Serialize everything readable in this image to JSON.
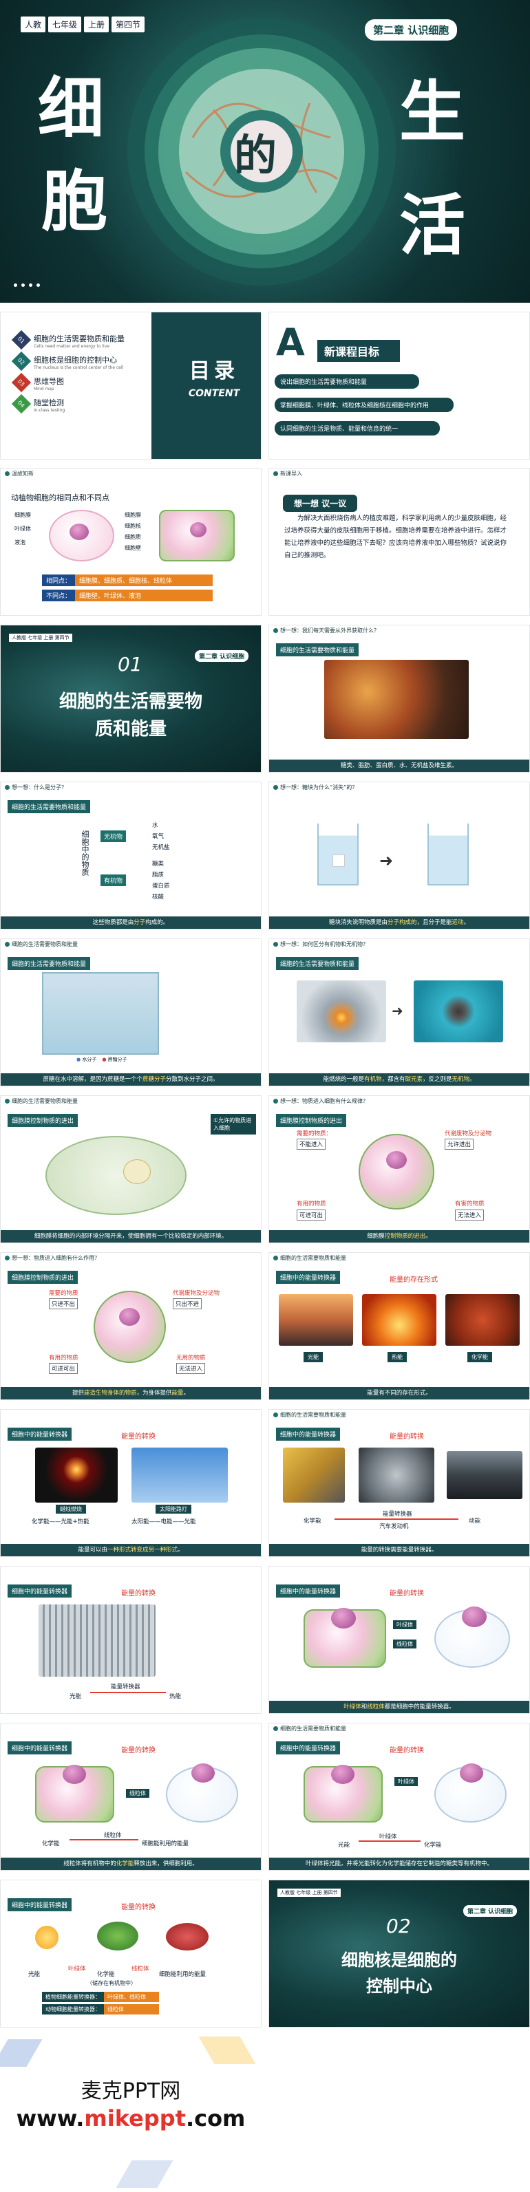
{
  "cover": {
    "tags": [
      "人教",
      "七年级",
      "上册",
      "第四节"
    ],
    "chapter_badge": "第二章 认识细胞",
    "title_chars": [
      "细",
      "胞",
      "的",
      "生",
      "活"
    ]
  },
  "toc": {
    "items": [
      {
        "num": "01",
        "label": "细胞的生活需要物质和能量",
        "sub": "Cells need matter and energy to live"
      },
      {
        "num": "02",
        "label": "细胞核是细胞的控制中心",
        "sub": "The nucleus is the control center of the cell"
      },
      {
        "num": "03",
        "label": "思维导图",
        "sub": "Mind map"
      },
      {
        "num": "04",
        "label": "随堂检测",
        "sub": "In-class testing"
      }
    ],
    "heading": "目录",
    "heading_en": "CONTENT"
  },
  "goals": {
    "title": "新课程目标",
    "items": [
      "说出细胞的生活需要物质和能量",
      "掌握细胞膜、叶绿体、线粒体及细胞核在细胞中的作用",
      "认同细胞的生活是物质、能量和信息的统一"
    ]
  },
  "review": {
    "header": "温故知新",
    "question": "动植物细胞的相同点和不同点",
    "left_labels": [
      "细胞膜",
      "叶绿体",
      "液泡"
    ],
    "right_labels": [
      "细胞膜",
      "细胞核",
      "细胞质",
      "细胞壁"
    ],
    "same_label": "相同点：",
    "same": "细胞膜、细胞质、细胞核、线粒体",
    "diff_label": "不同点：",
    "diff": "细胞壁、叶绿体、液泡"
  },
  "think": {
    "header": "新课导入",
    "title": "想一想 议一议",
    "text": "为解决大面积烧伤病人的植皮难题，科学家利用病人的少量皮肤细胞，经过培养获得大量的皮肤细胞用于移植。细胞培养需要在培养液中进行。怎样才能让培养液中的这些细胞活下去呢？应该向培养液中加入哪些物质？试说说你自己的推测吧。"
  },
  "sec1": {
    "tags": "人教版 七年级 上册 第四节",
    "badge": "第二章 认识细胞",
    "num": "01",
    "title1": "细胞的生活需要物",
    "title2": "质和能量"
  },
  "s_food": {
    "header": "想一想：我们每天需要从外界获取什么？",
    "box": "细胞的生活需要物质和能量",
    "caption": "糖类、脂肪、蛋白质、水、无机盐及维生素。"
  },
  "s_matter": {
    "header": "想一想：什么是分子？",
    "box": "细胞的生活需要物质和能量",
    "root": "细胞中的物质",
    "inorganic": "无机物",
    "organic": "有机物",
    "inorg_items": [
      "水",
      "氧气",
      "无机盐"
    ],
    "org_items": [
      "糖类",
      "脂质",
      "蛋白质",
      "核酸"
    ],
    "caption_pre": "这些物质都是由",
    "caption_hl": "分子",
    "caption_post": "构成的。"
  },
  "s_sugar": {
    "header": "想一想：糖块为什么“消失”的？",
    "caption_pre": "糖块消失说明物质是由",
    "caption_hl": "分子构成的",
    "caption_mid": "，且分子是能",
    "caption_hl2": "运动",
    "caption_post": "。"
  },
  "s_particle": {
    "header": "细胞的生活需要物质和能量",
    "box": "细胞的生活需要物质和能量",
    "legend": [
      "水分子",
      "蔗糖分子"
    ],
    "caption_pre": "蔗糖在水中溶解，是因为蔗糖是一个个",
    "caption_hl": "蔗糖分子",
    "caption_post": "分散到水分子之间。"
  },
  "s_burn": {
    "header": "想一想：如何区分有机物和无机物？",
    "box": "细胞的生活需要物质和能量",
    "caption_pre": "能燃烧的一般是",
    "caption_hl": "有机物",
    "caption_mid": "，都含有",
    "caption_hl2": "碳元素",
    "caption_mid2": "，反之则是",
    "caption_hl3": "无机物",
    "caption_post": "。"
  },
  "s_membrane": {
    "header": "细胞的生活需要物质和能量",
    "box": "细胞膜控制物质的进出",
    "side_note": "①允许的物质进入细胞",
    "caption": "细胞膜将细胞的内部环境分隔开来，使细胞拥有一个比较稳定的内部环境。"
  },
  "s_membrane2": {
    "header": "想一想：物质进入细胞有什么规律？",
    "box": "细胞膜控制物质的进出",
    "labels": [
      "需要的物质：",
      "代谢废物及分泌物",
      "有用的物质",
      "有害的物质"
    ],
    "tags": [
      "不能进入",
      "允许进出",
      "可进可出",
      "无法进入"
    ],
    "caption_pre": "细胞膜",
    "caption_hl": "控制物质的进出",
    "caption_post": "。"
  },
  "s_membrane3": {
    "header": "想一想：物质进入细胞有什么作用？",
    "box": "细胞膜控制物质的进出",
    "labels": [
      "需要的物质",
      "代谢废物及分泌物",
      "有用的物质",
      "无用的物质"
    ],
    "tags": [
      "只进不出",
      "只出不进",
      "可进可出",
      "无法进入"
    ],
    "caption_pre": "提供",
    "caption_hl": "建造生物身体的物质",
    "caption_mid": "，为身体提供",
    "caption_hl2": "能量",
    "caption_post": "。"
  },
  "s_energy_forms": {
    "header": "细胞的生活需要物质和能量",
    "box": "细胞中的能量转换器",
    "title": "能量的存在形式",
    "labels": [
      "光能",
      "热能",
      "化学能"
    ],
    "caption": "能量有不同的存在形式。"
  },
  "s_candle": {
    "box": "细胞中的能量转换器",
    "title": "能量的转换",
    "labels": [
      "蜡烛燃烧",
      "太阳能路灯"
    ],
    "conv1": "化学能——光能+热能",
    "conv2": "太阳能——电能——光能",
    "caption_pre": "能量可以由",
    "caption_hl": "一种形式转变成另一种形式",
    "caption_post": "。"
  },
  "s_car": {
    "header": "细胞的生活需要物质和能量",
    "box": "细胞中的能量转换器",
    "title": "能量的转换",
    "left": "化学能",
    "mid_label": "能量转换器",
    "mid": "汽车发动机",
    "right": "动能",
    "caption": "能量的转换需要能量转换器。"
  },
  "s_heater": {
    "box": "细胞中的能量转换器",
    "title": "能量的转换",
    "left": "光能",
    "mid": "能量转换器",
    "right": "热能"
  },
  "s_chloro": {
    "box": "细胞中的能量转换器",
    "title": "能量的转换",
    "labels": [
      "叶绿体",
      "线粒体"
    ],
    "caption_pre": "叶绿体",
    "caption_mid": "和",
    "caption_mid2": "线粒体",
    "caption_post": "都是细胞中的能量转换器。"
  },
  "s_mito": {
    "box": "细胞中的能量转换器",
    "title": "能量的转换",
    "label": "线粒体",
    "left": "化学能",
    "conv": "线粒体",
    "right": "细胞能利用的能量",
    "caption_pre": "线粒体将有机物中的",
    "caption_hl": "化学能",
    "caption_post": "释放出来，供细胞利用。"
  },
  "s_chloro2": {
    "header": "细胞的生活需要物质和能量",
    "box": "细胞中的能量转换器",
    "title": "能量的转换",
    "label": "叶绿体",
    "left": "光能",
    "conv": "叶绿体",
    "right": "化学能",
    "caption": "叶绿体将光能，并将光能转化为化学能储存在它制造的糖类等有机物中。"
  },
  "s_summary": {
    "box": "细胞中的能量转换器",
    "title": "能量的转换",
    "row_left": "光能",
    "row_c1": "叶绿体",
    "row_mid": "化学能",
    "row_c2": "线粒体",
    "row_right": "细胞能利用的能量",
    "sub": "（储存在有机物中）",
    "list": [
      "植物细胞能量转换器：",
      "动物细胞能量转换器："
    ],
    "list_vals": [
      "叶绿体、线粒体",
      "线粒体"
    ]
  },
  "sec2": {
    "tags": "人教版 七年级 上册 第四节",
    "badge": "第二章 认识细胞",
    "num": "02",
    "title1": "细胞核是细胞的",
    "title2": "控制中心"
  },
  "footer": {
    "brand": "麦克PPT网",
    "url_pre": "www.",
    "url_hl": "mikeppt",
    "url_post": ".com"
  }
}
